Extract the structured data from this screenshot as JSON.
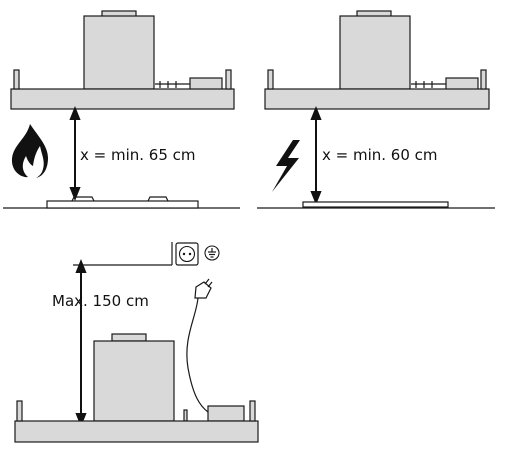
{
  "panels": {
    "gas": {
      "distance_label": "x = min. 65 cm",
      "icon": "flame-icon"
    },
    "electric": {
      "distance_label": "x = min. 60 cm",
      "icon": "lightning-icon"
    },
    "mounting": {
      "height_label": "Max. 150 cm",
      "icons": [
        "power-socket-icon",
        "ground-symbol-icon",
        "power-plug-icon"
      ]
    }
  },
  "colors": {
    "hood_fill": "#d9d9d9",
    "stroke": "#1a1a1a"
  }
}
